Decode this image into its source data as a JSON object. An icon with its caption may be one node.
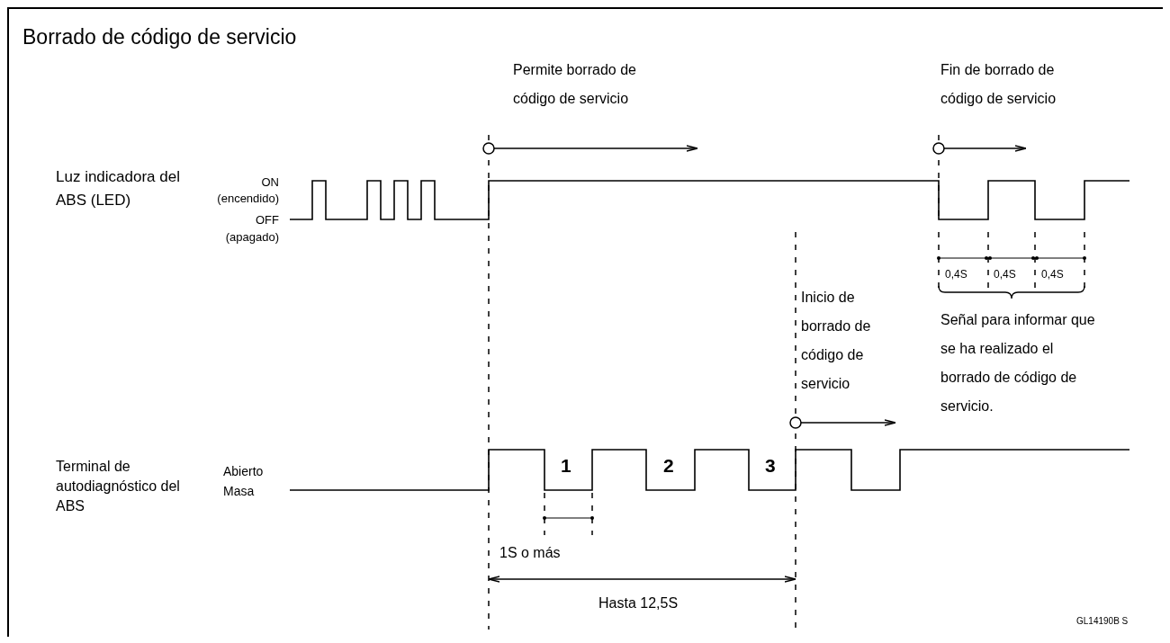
{
  "diagram": {
    "title": "Borrado de código de servicio",
    "labels": [
      "Permite borrado de código de servicio",
      "Fin de borrado de código de servicio",
      "Luz indicadora del ABS (LED)",
      "ON",
      "(encendido)",
      "OFF",
      "(apagado)",
      "0,4S",
      "0,4S",
      "0,4S",
      "Inicio de borrado de código de servicio",
      "Señal para informar que se ha realizado el borrado de código de servicio.",
      "Terminal de autodiagnóstico del ABS",
      "Abierto",
      "Masa",
      "1",
      "2",
      "3",
      "1S o más",
      "Hasta 12,5S",
      "GL14190B S"
    ]
  }
}
